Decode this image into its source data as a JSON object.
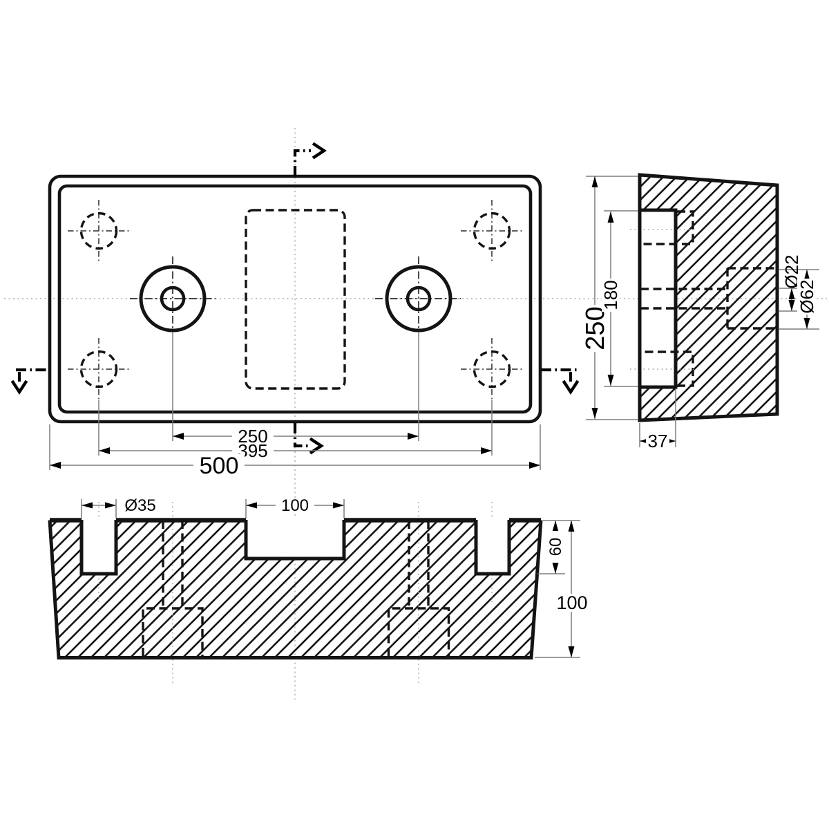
{
  "drawing": {
    "colors": {
      "background": "#ffffff",
      "line": "#141414",
      "dimension_lines": "#7d7d7d",
      "centerlines": "#a9a9a9"
    },
    "dimensions": {
      "hole_spacing": "250",
      "corner_hole_spacing": "395",
      "overall_width": "500",
      "corner_hole_diameter": "Ø35",
      "recess_width": "100",
      "corner_hole_depth": "60",
      "overall_thickness": "100",
      "side_height": "250",
      "side_recess_height": "180",
      "bolt_hole_diameter": "Ø22",
      "counterbore_diameter": "Ø62",
      "front_recess_depth": "37"
    }
  }
}
